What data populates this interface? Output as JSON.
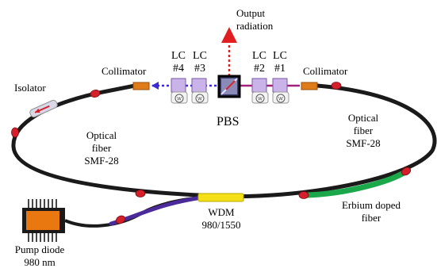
{
  "labels": {
    "output": [
      "Output",
      "radiation"
    ],
    "collimator_left": "Collimator",
    "collimator_right": "Collimator",
    "lc4": [
      "LC",
      "#4"
    ],
    "lc3": [
      "LC",
      "#3"
    ],
    "lc2": [
      "LC",
      "#2"
    ],
    "lc1": [
      "LC",
      "#1"
    ],
    "isolator": "Isolator",
    "pbs": "PBS",
    "fiber_left": [
      "Optical",
      "fiber",
      "SMF-28"
    ],
    "fiber_right": [
      "Optical",
      "fiber",
      "SMF-28"
    ],
    "wdm": [
      "WDM",
      "980/1550"
    ],
    "erbium": [
      "Erbium doped",
      "fiber"
    ],
    "pump": [
      "Pump diode",
      "980 nm"
    ]
  },
  "colors": {
    "fiber": "#1a1a1a",
    "connector": "#d4202a",
    "erbium": "#1aa84a",
    "pump_fiber": "#4b2a9a",
    "wdm": "#f5e018",
    "collimator": "#e07b1a",
    "pump_body": "#e8780f",
    "lc_cell": "#c9b3e8",
    "beam_left": "#3a2ad0",
    "beam_right": "#a0207a",
    "output_beam": "#e02020"
  },
  "icons": {
    "waveplate_mount": "circle-w-icon"
  }
}
